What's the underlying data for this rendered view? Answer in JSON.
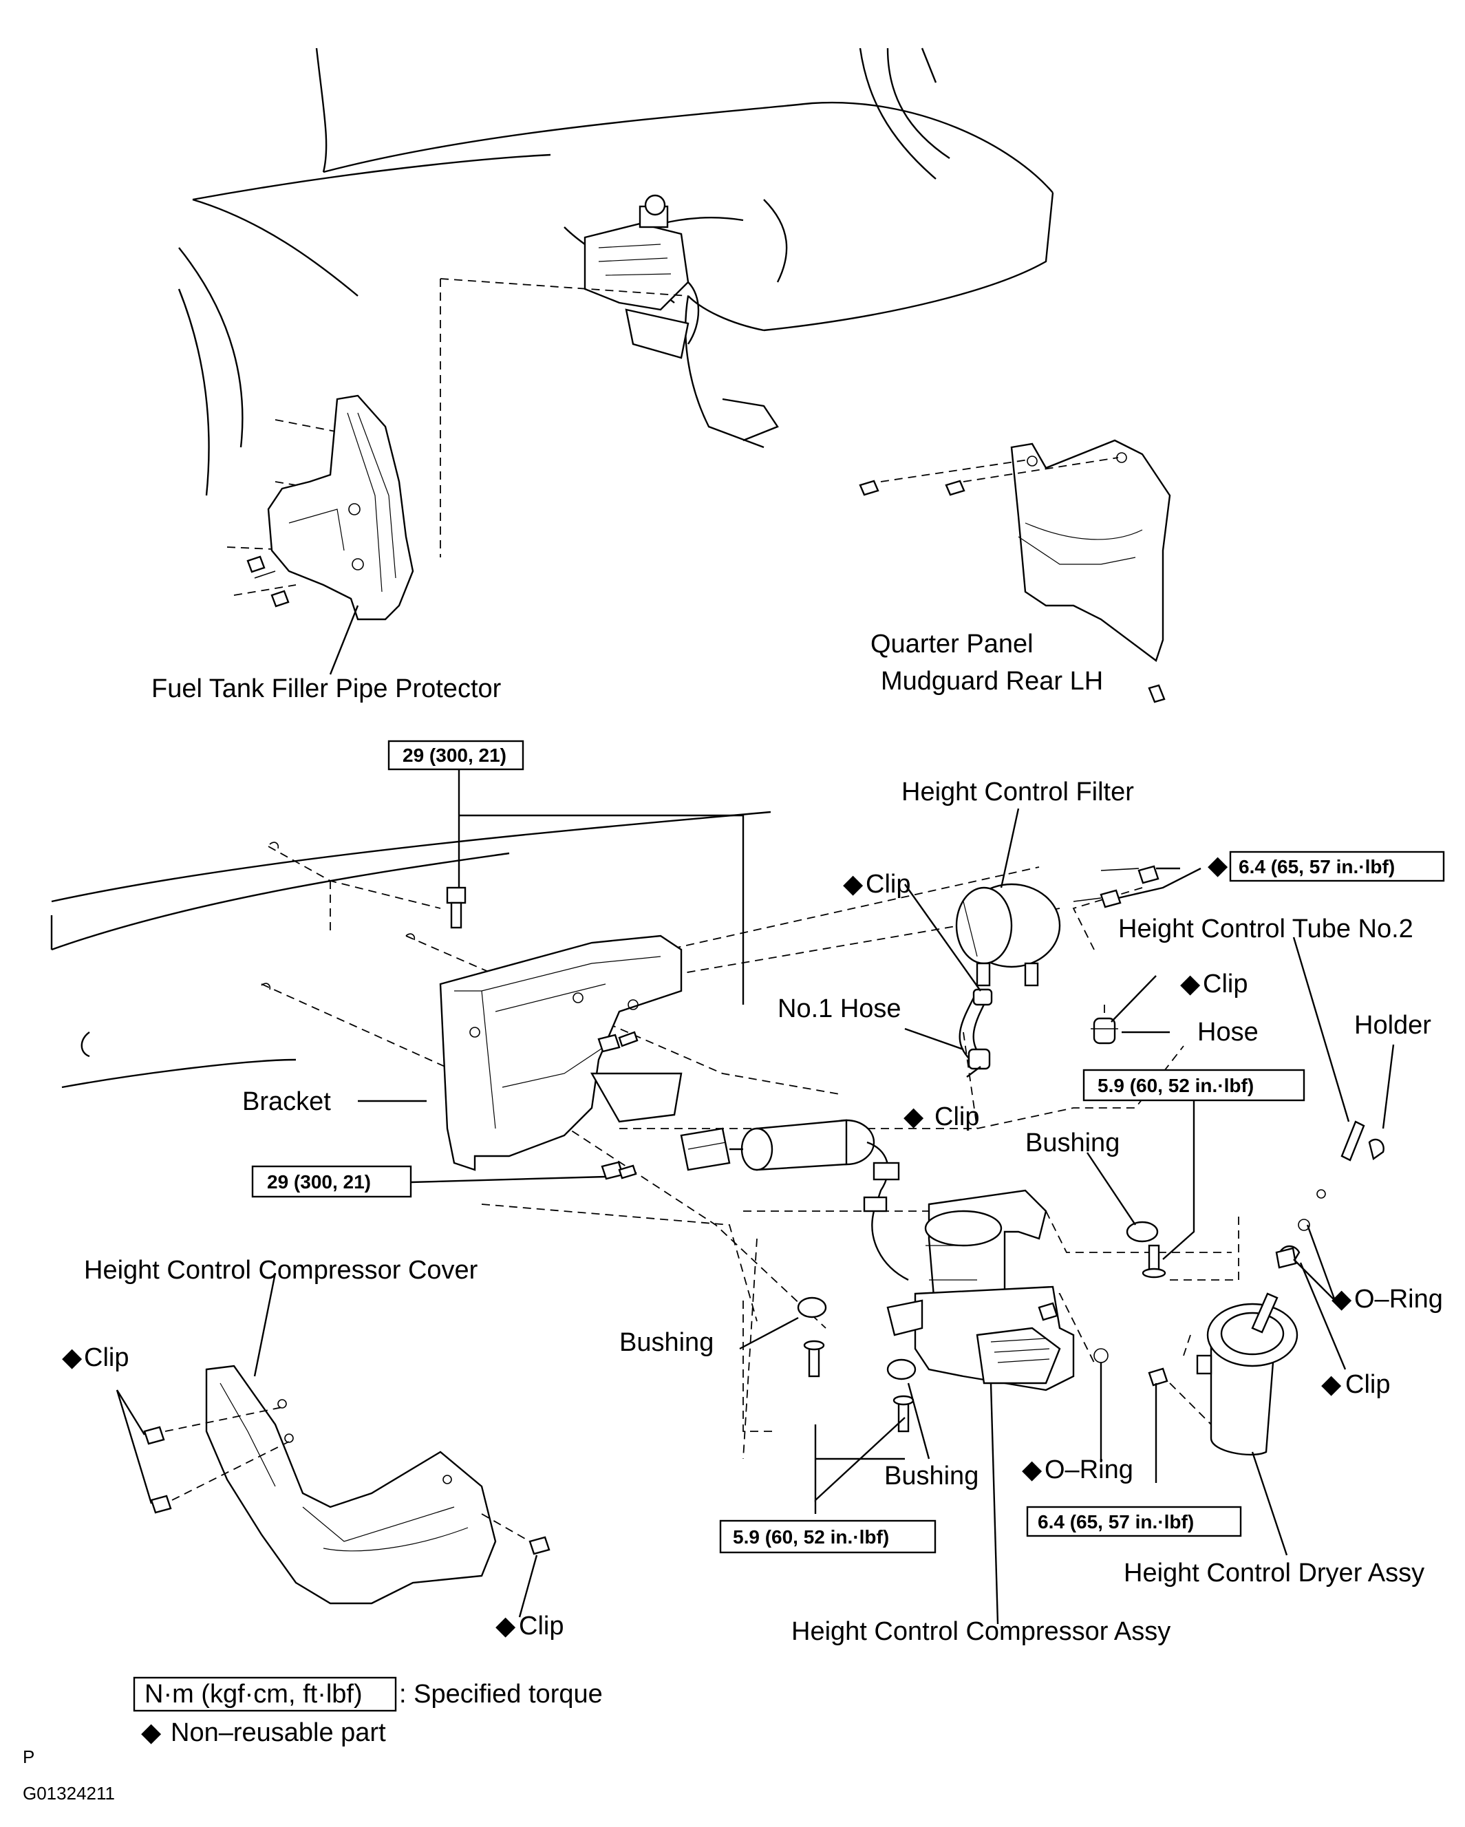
{
  "labels": {
    "fuel_tank_filler_pipe_protector": "Fuel Tank Filler Pipe Protector",
    "quarter_panel_line1": "Quarter Panel",
    "quarter_panel_line2": "Mudguard Rear LH",
    "height_control_filter": "Height Control Filter",
    "height_control_tube_no2": "Height Control Tube No.2",
    "clip": "Clip",
    "hose": "Hose",
    "no1_hose": "No.1 Hose",
    "holder": "Holder",
    "bracket": "Bracket",
    "bushing": "Bushing",
    "o_ring": "O–Ring",
    "compressor_cover": "Height Control Compressor Cover",
    "compressor_assy": "Height Control Compressor Assy",
    "dryer_assy": "Height Control Dryer Assy"
  },
  "torques": {
    "t29": "29 (300, 21)",
    "t64": "6.4 (65, 57 in.·lbf)",
    "t59": "5.9 (60, 52 in.·lbf)"
  },
  "symbols": {
    "non_reusable": "◆"
  },
  "legend": {
    "torque_units": "N·m (kgf·cm, ft·lbf)",
    "torque_desc": ": Specified torque",
    "non_reusable_desc": "Non–reusable part"
  },
  "footer": {
    "p_mark": "P",
    "figure_id": "G01324211"
  }
}
